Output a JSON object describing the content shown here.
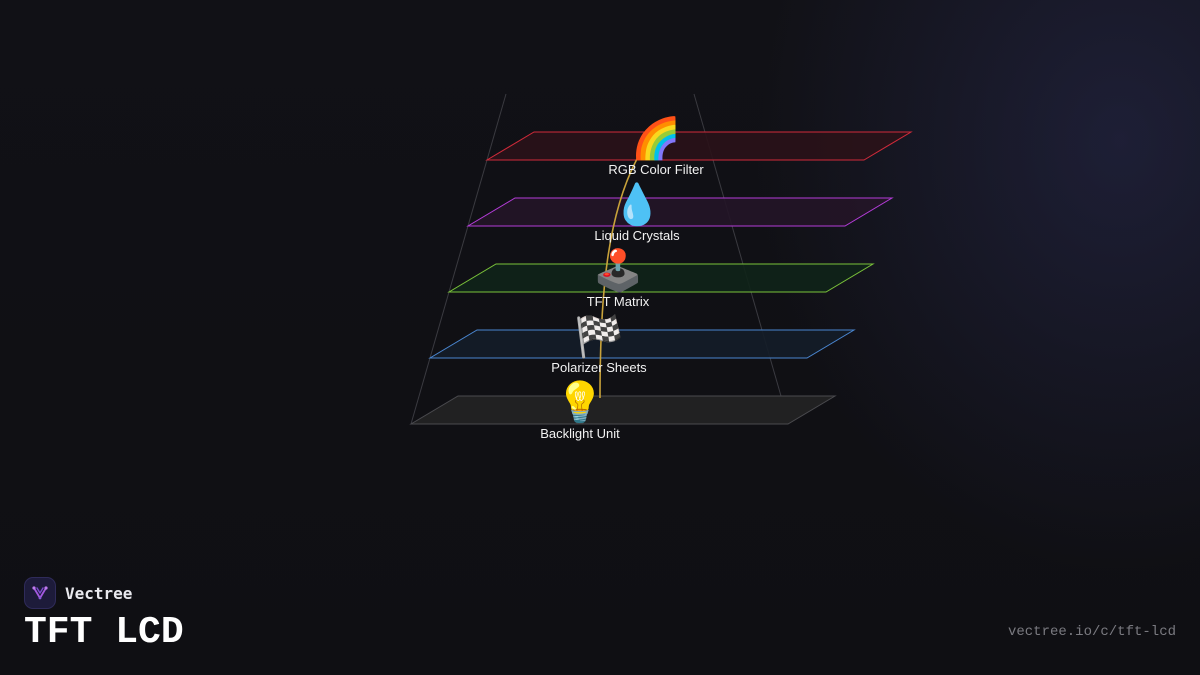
{
  "brand": {
    "name": "Vectree",
    "accent": "#a35ae0"
  },
  "page": {
    "title": "TFT LCD",
    "url": "vectree.io/c/tft-lcd"
  },
  "diagram": {
    "connector_color": "#c8a23a",
    "guide_color": "#3a3a40",
    "layers": [
      {
        "label": "RGB Color Filter",
        "icon": "🌈",
        "icon_name": "rainbow-icon",
        "stroke": "#d02a3a",
        "fill": "#2a1218"
      },
      {
        "label": "Liquid Crystals",
        "icon": "💧",
        "icon_name": "droplet-icon",
        "stroke": "#b43cd8",
        "fill": "#231527"
      },
      {
        "label": "TFT Matrix",
        "icon": "🕹️",
        "icon_name": "joystick-icon",
        "stroke": "#7ac23a",
        "fill": "#0f2318"
      },
      {
        "label": "Polarizer Sheets",
        "icon": "🏁",
        "icon_name": "checkered-flag-icon",
        "stroke": "#4a86d0",
        "fill": "#141d28"
      },
      {
        "label": "Backlight Unit",
        "icon": "💡",
        "icon_name": "light-bulb-icon",
        "stroke": "#4a4a4e",
        "fill": "#232323"
      }
    ]
  }
}
